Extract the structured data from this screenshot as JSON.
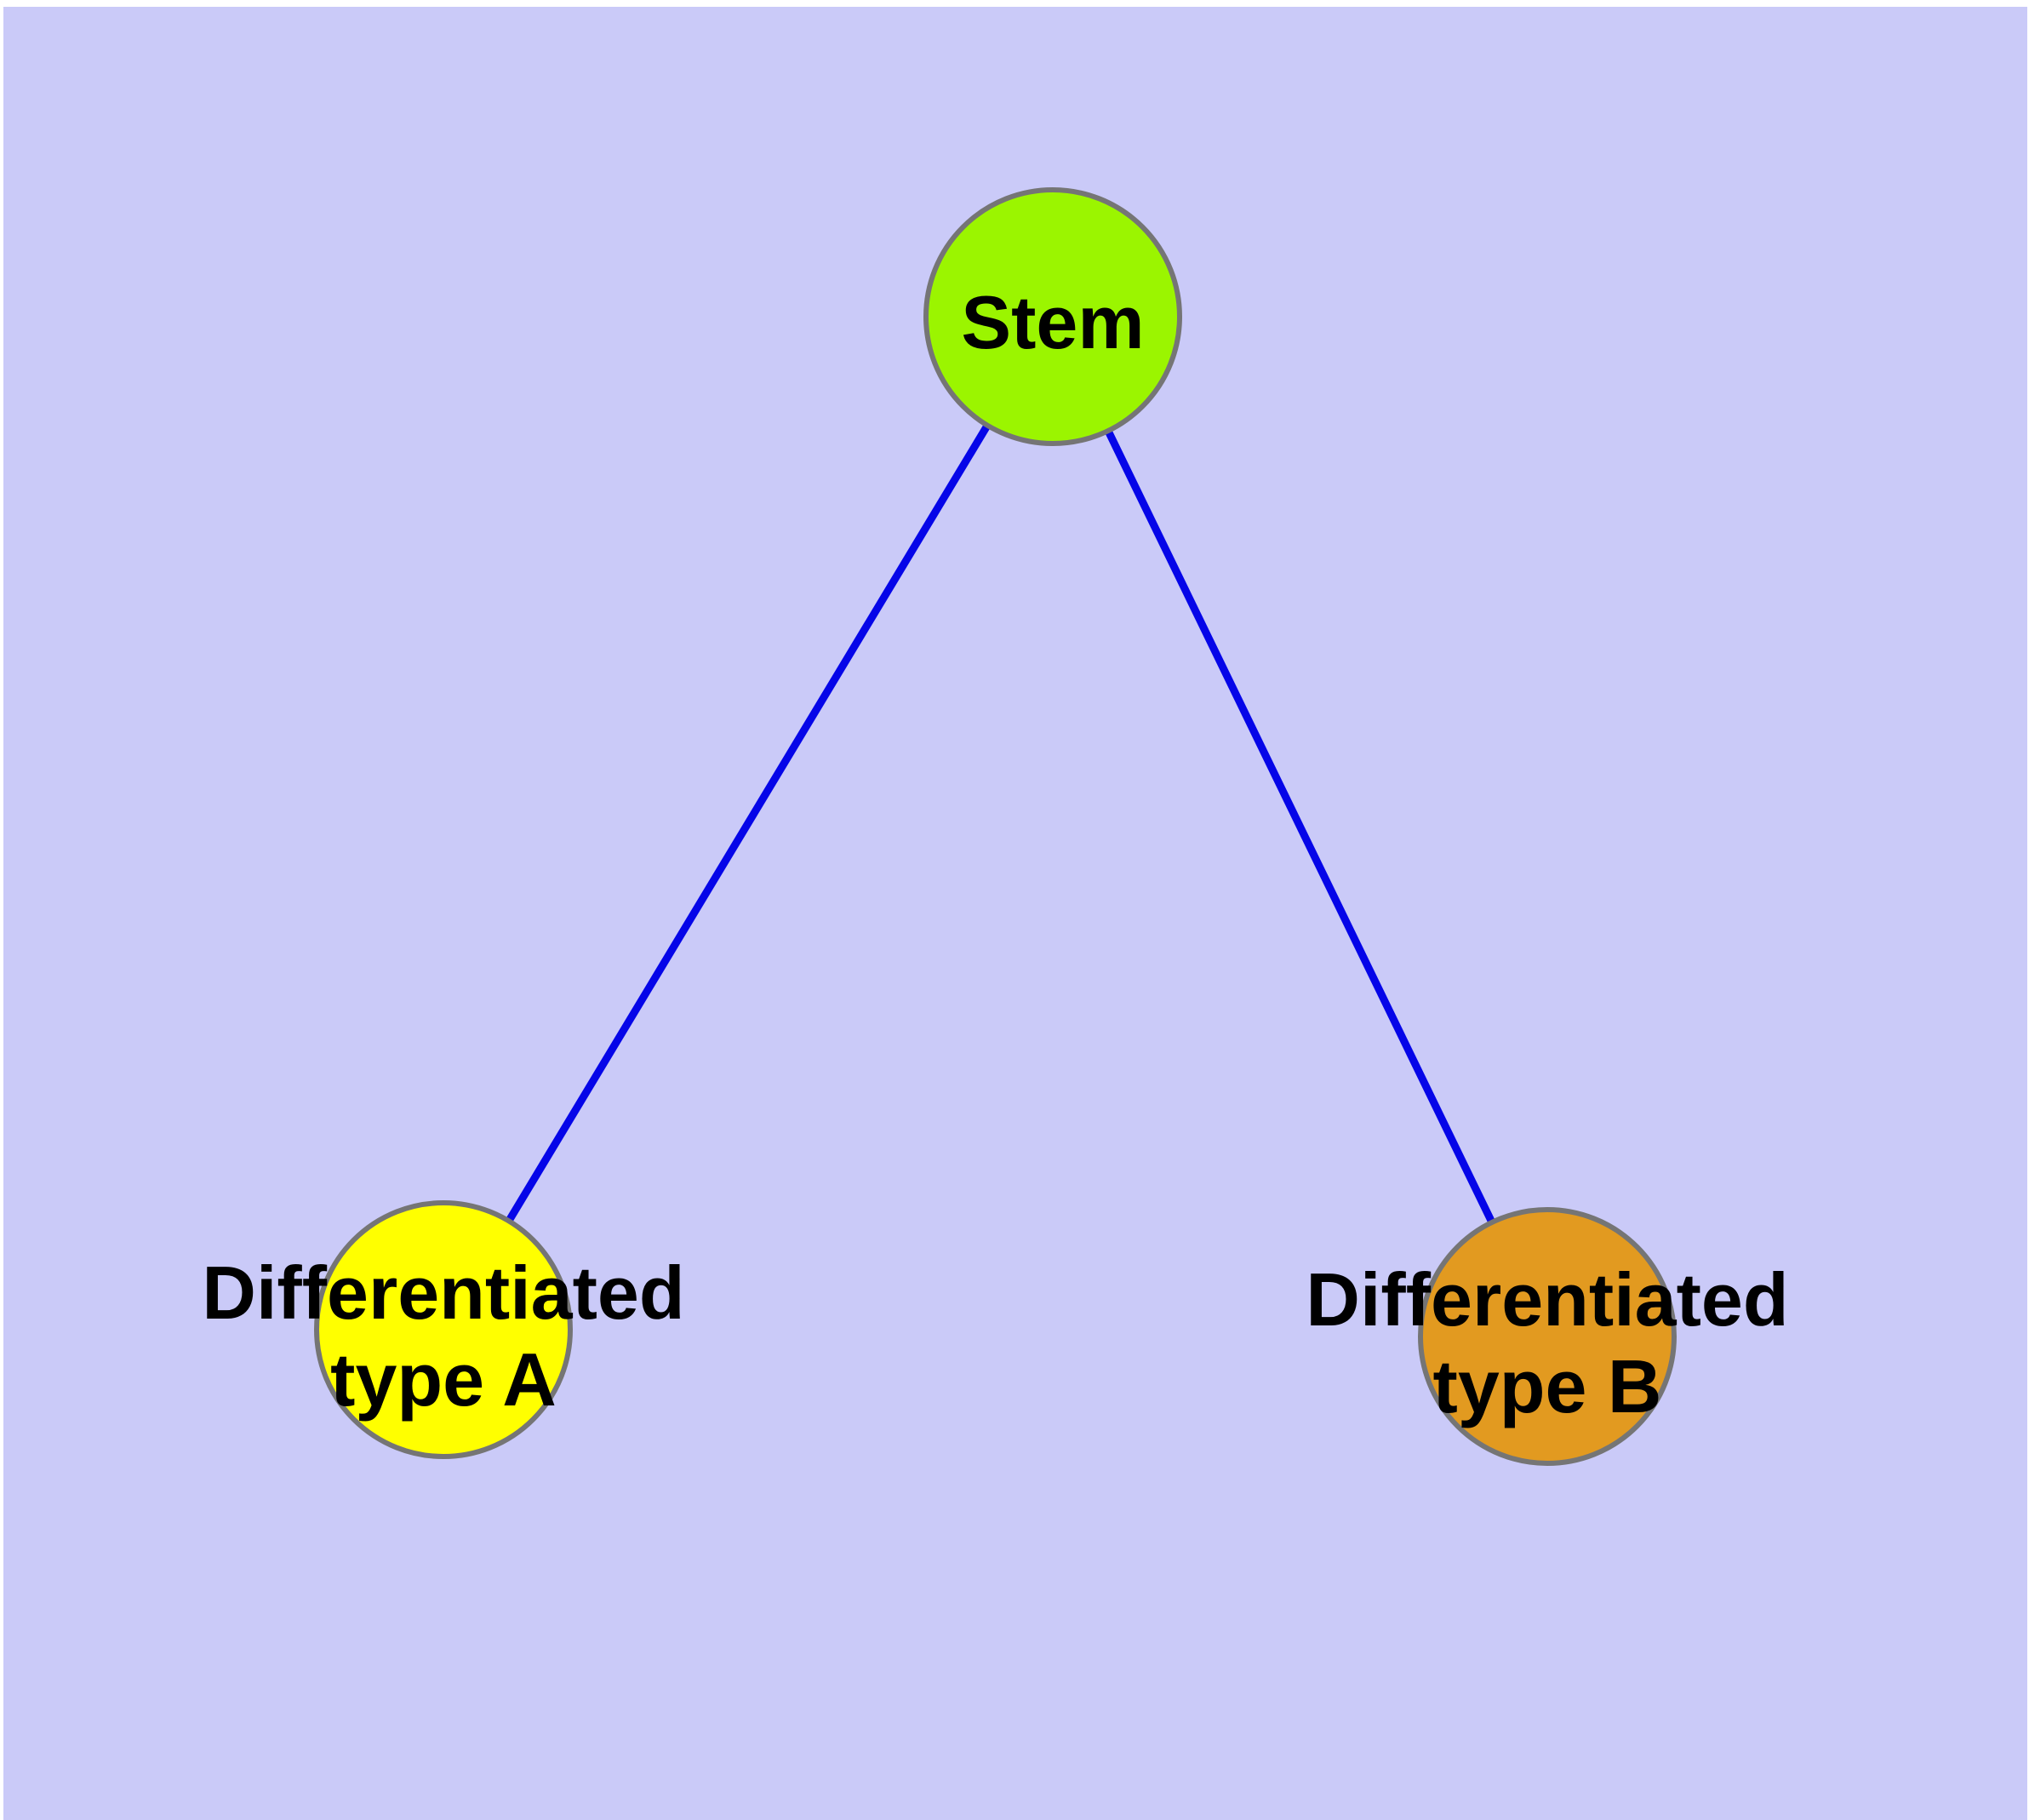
{
  "diagram": {
    "type": "graph",
    "background_color": "#cacaf8",
    "page_color": "#ffffff",
    "edge_color": "#0505e8",
    "node_border_color": "#757575",
    "nodes": [
      {
        "id": "stem",
        "label": "Stem",
        "label_lines": [
          "Stem"
        ],
        "fill_color": "#9bf500",
        "shape": "circle"
      },
      {
        "id": "differentiated-type-a",
        "label": "Differentiated type A",
        "label_lines": [
          "Differentiated",
          "type A"
        ],
        "fill_color": "#ffff00",
        "shape": "circle"
      },
      {
        "id": "differentiated-type-b",
        "label": "Differentiated type B",
        "label_lines": [
          "Differentiated",
          "type B"
        ],
        "fill_color": "#e29a20",
        "shape": "circle"
      }
    ],
    "edges": [
      {
        "from": "Stem",
        "to": "Differentiated type A"
      },
      {
        "from": "Stem",
        "to": "Differentiated type B"
      }
    ]
  }
}
